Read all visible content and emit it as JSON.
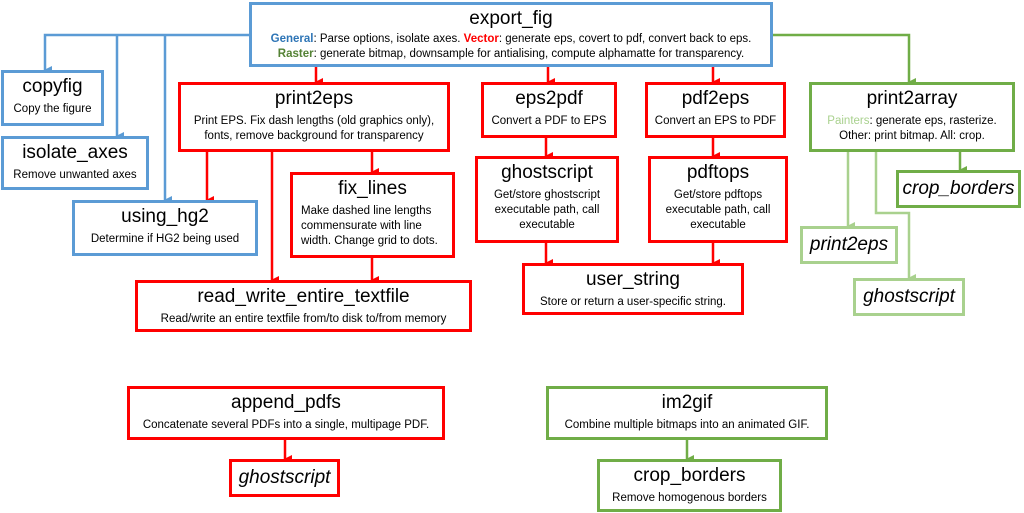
{
  "colors": {
    "blue": "#5b9bd5",
    "red": "#ff0000",
    "green": "#70ad47",
    "light_green": "#a9d18e"
  },
  "export_fig": {
    "title": "export_fig",
    "general_label": "General",
    "general_text": ": Parse options, isolate axes. ",
    "vector_label": "Vector",
    "vector_text": ": generate eps, covert to pdf, convert back to eps.",
    "raster_label": "Raster",
    "raster_text": ": generate bitmap, downsample for antialising, compute alphamatte for transparency."
  },
  "copyfig": {
    "title": "copyfig",
    "desc": "Copy the figure"
  },
  "isolate_axes": {
    "title": "isolate_axes",
    "desc": "Remove unwanted axes"
  },
  "using_hg2": {
    "title": "using_hg2",
    "desc": "Determine if HG2 being used"
  },
  "print2eps": {
    "title": "print2eps",
    "desc": "Print EPS. Fix dash lengths (old graphics only), fonts, remove background for transparency"
  },
  "fix_lines": {
    "title": "fix_lines",
    "desc": "Make dashed line lengths commensurate with line width. Change grid to dots."
  },
  "read_write": {
    "title": "read_write_entire_textfile",
    "desc": "Read/write an entire textfile from/to disk to/from memory"
  },
  "eps2pdf": {
    "title": "eps2pdf",
    "desc": "Convert a PDF to EPS"
  },
  "pdf2eps": {
    "title": "pdf2eps",
    "desc": "Convert an EPS to PDF"
  },
  "ghostscript": {
    "title": "ghostscript",
    "desc": "Get/store ghostscript executable path, call executable"
  },
  "pdftops": {
    "title": "pdftops",
    "desc": "Get/store pdftops executable path, call executable"
  },
  "user_string": {
    "title": "user_string",
    "desc": "Store or return a user-specific string."
  },
  "print2array": {
    "title": "print2array",
    "painters_label": "Painters",
    "painters_text": ": generate eps, rasterize.",
    "other_text": "Other: print bitmap. All: crop."
  },
  "crop_borders_ref": {
    "title": "crop_borders"
  },
  "print2eps_ref": {
    "title": "print2eps"
  },
  "ghostscript_ref_green": {
    "title": "ghostscript"
  },
  "append_pdfs": {
    "title": "append_pdfs",
    "desc": "Concatenate several PDFs into a single, multipage PDF."
  },
  "ghostscript_ref_red": {
    "title": "ghostscript"
  },
  "im2gif": {
    "title": "im2gif",
    "desc": "Combine multiple bitmaps into an animated GIF."
  },
  "crop_borders": {
    "title": "crop_borders",
    "desc": "Remove homogenous borders"
  }
}
